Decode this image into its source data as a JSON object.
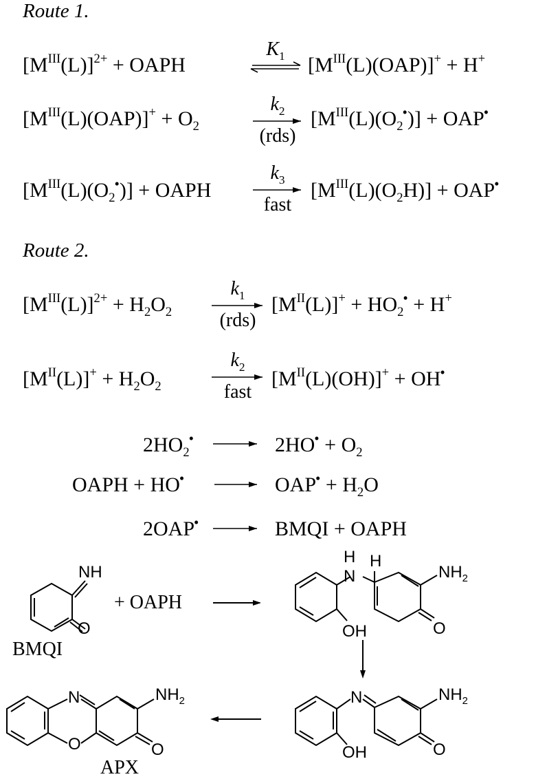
{
  "route1": {
    "title": "Route 1.",
    "eq1": {
      "lhs_a": "[M",
      "lhs_sup": "III",
      "lhs_b": "(L)]",
      "lhs_charge": "2+",
      "lhs_c": " + OAPH",
      "k_label": "K",
      "k_sub": "1",
      "rhs_a": "[M",
      "rhs_sup": "III",
      "rhs_b": "(L)(OAP)]",
      "rhs_charge": "+",
      "rhs_c": " + H",
      "rhs_charge2": "+"
    },
    "eq2": {
      "lhs_a": "[M",
      "lhs_sup": "III",
      "lhs_b": "(L)(OAP)]",
      "lhs_charge": "+",
      "lhs_c": " + O",
      "lhs_sub": "2",
      "k_label": "k",
      "k_sub": "2",
      "cond": "(rds)",
      "rhs_a": "[M",
      "rhs_sup": "III",
      "rhs_b": "(L)(O",
      "rhs_sub": "2",
      "rhs_c": ")] + OAP"
    },
    "eq3": {
      "lhs_a": "[M",
      "lhs_sup": "III",
      "lhs_b": "(L)(O",
      "lhs_sub": "2",
      "lhs_c": ")] + OAPH",
      "k_label": "k",
      "k_sub": "3",
      "cond": "fast",
      "rhs_a": "[M",
      "rhs_sup": "III",
      "rhs_b": "(L)(O",
      "rhs_sub": "2",
      "rhs_c": "H)] + OAP"
    }
  },
  "route2": {
    "title": "Route 2.",
    "eq1": {
      "lhs_a": "[M",
      "lhs_sup": "III",
      "lhs_b": "(L)]",
      "lhs_charge": "2+",
      "lhs_c": " + H",
      "lhs_sub1": "2",
      "lhs_d": "O",
      "lhs_sub2": "2",
      "k_label": "k",
      "k_sub": "1",
      "cond": "(rds)",
      "rhs_a": "[M",
      "rhs_sup": "II",
      "rhs_b": "(L)]",
      "rhs_charge": "+",
      "rhs_c": " + HO",
      "rhs_sub": "2",
      "rhs_d": " + H",
      "rhs_charge2": "+"
    },
    "eq2": {
      "lhs_a": "[M",
      "lhs_sup": "II",
      "lhs_b": "(L)]",
      "lhs_charge": "+",
      "lhs_c": " + H",
      "lhs_sub1": "2",
      "lhs_d": "O",
      "lhs_sub2": "2",
      "k_label": "k",
      "k_sub": "2",
      "cond": "fast",
      "rhs_a": "[M",
      "rhs_sup": "II",
      "rhs_b": "(L)(OH)]",
      "rhs_charge": "+",
      "rhs_c": " + OH"
    },
    "eq3": {
      "lhs_a": "2HO",
      "lhs_sub": "2",
      "rhs_a": "2HO",
      "rhs_b": " + O",
      "rhs_sub": "2"
    },
    "eq4": {
      "lhs": "OAPH + HO",
      "rhs_a": "OAP",
      "rhs_b": " + H",
      "rhs_sub": "2",
      "rhs_c": "O"
    },
    "eq5": {
      "lhs": "2OAP",
      "rhs": "BMQI + OAPH"
    }
  },
  "scheme": {
    "bmqi_nh": "NH",
    "bmqi_o": "O",
    "bmqi_label": "BMQI",
    "plus_oaph": "+ OAPH",
    "int1_h_top": "H",
    "int1_n": "N",
    "int1_h_ring": "H",
    "int1_nh2": "NH",
    "int1_nh2_sub": "2",
    "int1_oh": "OH",
    "int1_o": "O",
    "int2_n": "N",
    "int2_nh2": "NH",
    "int2_nh2_sub": "2",
    "int2_oh": "OH",
    "int2_o": "O",
    "apx_n": "N",
    "apx_o_ring": "O",
    "apx_nh2": "NH",
    "apx_nh2_sub": "2",
    "apx_o": "O",
    "apx_label": "APX"
  },
  "radical_dot": "•"
}
